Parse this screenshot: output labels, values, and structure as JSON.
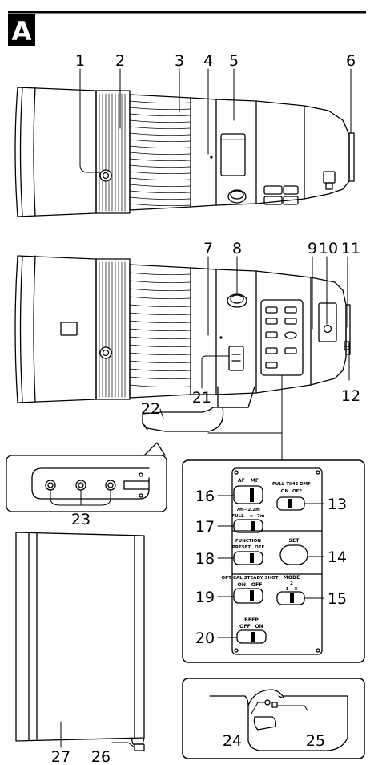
{
  "section_letter": "A",
  "callouts": {
    "n1": "1",
    "n2": "2",
    "n3": "3",
    "n4": "4",
    "n5": "5",
    "n6": "6",
    "n7": "7",
    "n8": "8",
    "n9": "9",
    "n10": "10",
    "n11": "11",
    "n12": "12",
    "n13": "13",
    "n14": "14",
    "n15": "15",
    "n16": "16",
    "n17": "17",
    "n18": "18",
    "n19": "19",
    "n20": "20",
    "n21": "21",
    "n22": "22",
    "n23": "23",
    "n24": "24",
    "n25": "25",
    "n26": "26",
    "n27": "27"
  },
  "switch_panel": {
    "af_mf": "AF    MF",
    "full_time_dmf": "FULL TIME DMF",
    "on_off_dmf": "ON   OFF",
    "range_top": "7m−2.2m",
    "range_bottom": "FULL     ∞−7m",
    "function": "FUNCTION",
    "preset_off": "PRESET   OFF",
    "set": "SET",
    "optical_steady_shot": "OPTICAL STEADY SHOT",
    "oss_on_off": "ON    OFF",
    "mode": "MODE",
    "mode_2": "2",
    "mode_1_3": "1     3",
    "beep": "BEEP",
    "beep_off_on": "OFF   ON"
  }
}
